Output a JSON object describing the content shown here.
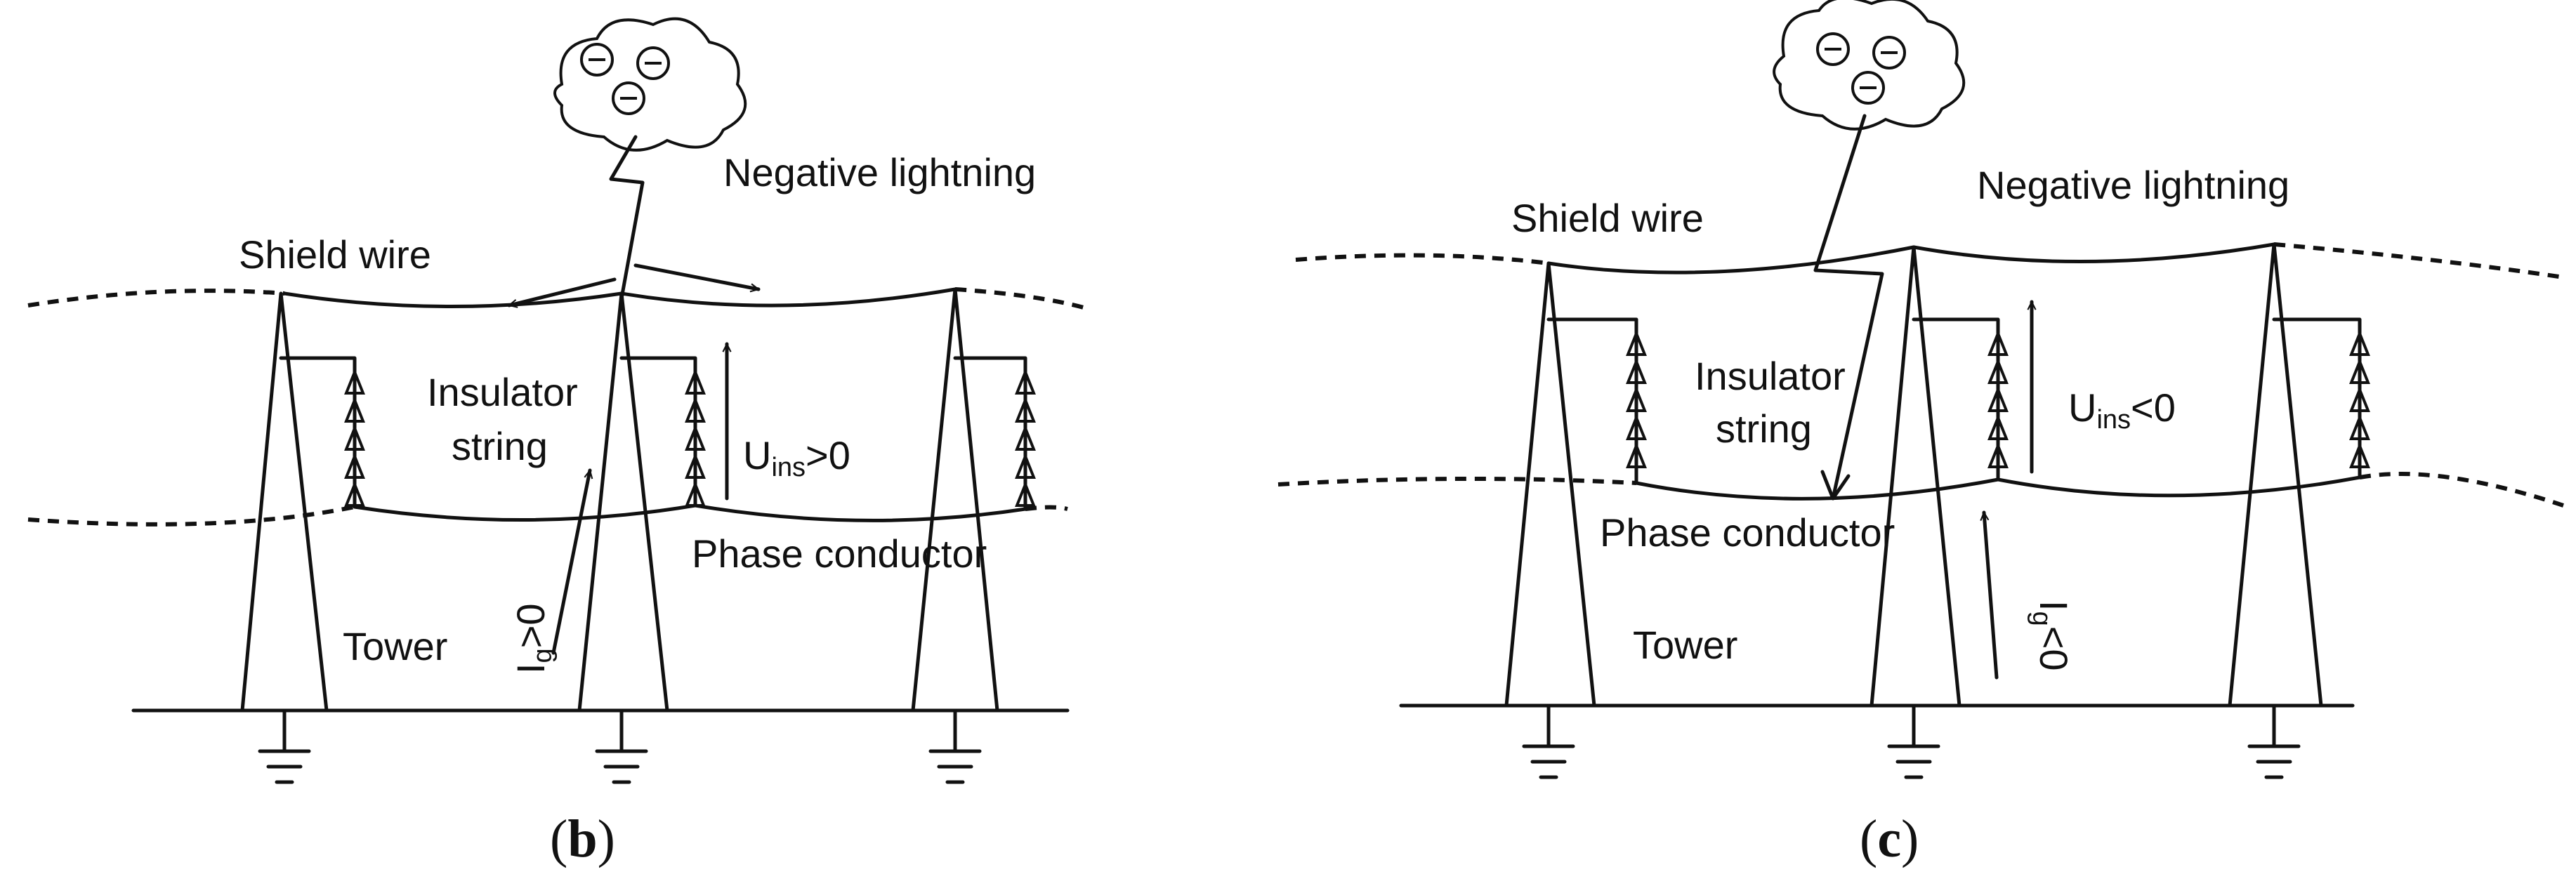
{
  "panels": [
    {
      "id": "b",
      "caption_letter": "b",
      "lightning_label": "Negative lightning",
      "shield_wire_label": "Shield wire",
      "insulator_label_line1": "Insulator",
      "insulator_label_line2": "string",
      "voltage_label_main": "U",
      "voltage_label_sub": "ins",
      "voltage_label_rel": ">0",
      "phase_conductor_label": "Phase conductor",
      "current_label_main": "I",
      "current_label_sub": "g",
      "current_label_rel": ">0",
      "tower_label": "Tower",
      "cloud_charge_symbol": "minus-in-circle",
      "cloud_charge_count": 3
    },
    {
      "id": "c",
      "caption_letter": "c",
      "lightning_label": "Negative lightning",
      "shield_wire_label": "Shield wire",
      "insulator_label_line1": "Insulator",
      "insulator_label_line2": "string",
      "voltage_label_main": "U",
      "voltage_label_sub": "ins",
      "voltage_label_rel": "<0",
      "phase_conductor_label": "Phase conductor",
      "current_label_main": "I",
      "current_label_sub": "g",
      "current_label_rel": "<0",
      "tower_label": "Tower",
      "cloud_charge_symbol": "minus-in-circle",
      "cloud_charge_count": 3
    }
  ]
}
